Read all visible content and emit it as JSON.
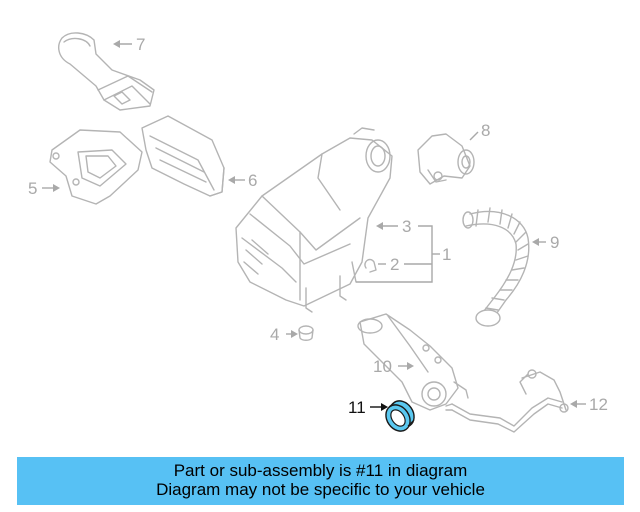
{
  "diagram": {
    "callouts": {
      "c1": "1",
      "c2": "2",
      "c3": "3",
      "c4": "4",
      "c5": "5",
      "c6": "6",
      "c7": "7",
      "c8": "8",
      "c9": "9",
      "c10": "10",
      "c11": "11",
      "c12": "12"
    },
    "highlighted_part": "11"
  },
  "banner": {
    "line1": "Part or sub-assembly is #11 in diagram",
    "line2": "Diagram may not be specific to your vehicle",
    "background_color": "#57c1f4"
  },
  "colors": {
    "part_outline": "#b4b4b4",
    "highlight_fill": "#5ac8f0",
    "highlight_outline": "#1a1a1a"
  }
}
